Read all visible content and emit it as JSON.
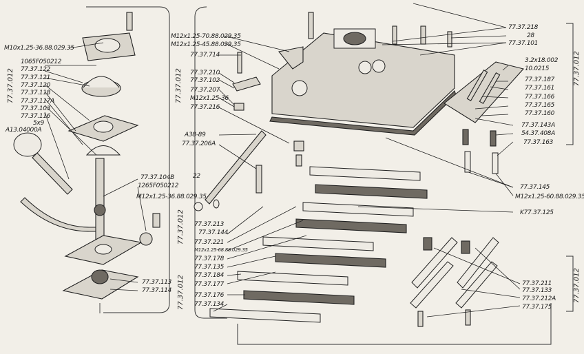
{
  "diagram": {
    "left_group": {
      "labels": [
        "M10x1.25-36.88.029.35",
        "1065F050212",
        "77.37.122",
        "77.37.121",
        "77.37.120",
        "77.37.118",
        "77.37.117A",
        "77.37.103",
        "77.37.116",
        "5x9",
        "A13.04000A",
        "77.37.104B",
        "1265F050212",
        "M12x1.25-36.88.029.35",
        "77.37.113",
        "77.37.114"
      ],
      "side_label": "77.37.012"
    },
    "middle_group": {
      "labels": [
        "M12x1.25-70.88.029.35",
        "M12x1.25-45.88.029.35",
        "77.37.714",
        "77.37.210",
        "77.37.102",
        "77.37.207",
        "M12x1.25-36",
        "77.37.216",
        "A38-89",
        "77.37.206A",
        "22",
        "77.37.213",
        "77.37.144",
        "77.37.221",
        "M12x1.25-68.88.029.35",
        "77.37.178",
        "77.37.135",
        "77.37.184",
        "77.37.177",
        "77.37.176",
        "77.37.134"
      ],
      "side_label_top": "77.37.012",
      "side_label_bottom": "77.37.012",
      "side_label_lower": "77.37.012"
    },
    "right_group": {
      "labels": [
        "77.37.218",
        "28",
        "77.37.101",
        "3.2x18.002",
        "10.0215",
        "77.37.187",
        "77.37.161",
        "77.37.166",
        "77.37.165",
        "77.37.160",
        "77.37.143A",
        "54.37.408A",
        "77.37.163",
        "77.37.145",
        "M12x1.25-60.88.029.35",
        "K77.37.125"
      ],
      "side_label": "77.37.012"
    },
    "bottom_right_group": {
      "labels": [
        "77.37.211",
        "77.37.133",
        "77.37.212A",
        "77.37.175"
      ],
      "side_label": "77.37.012"
    }
  }
}
